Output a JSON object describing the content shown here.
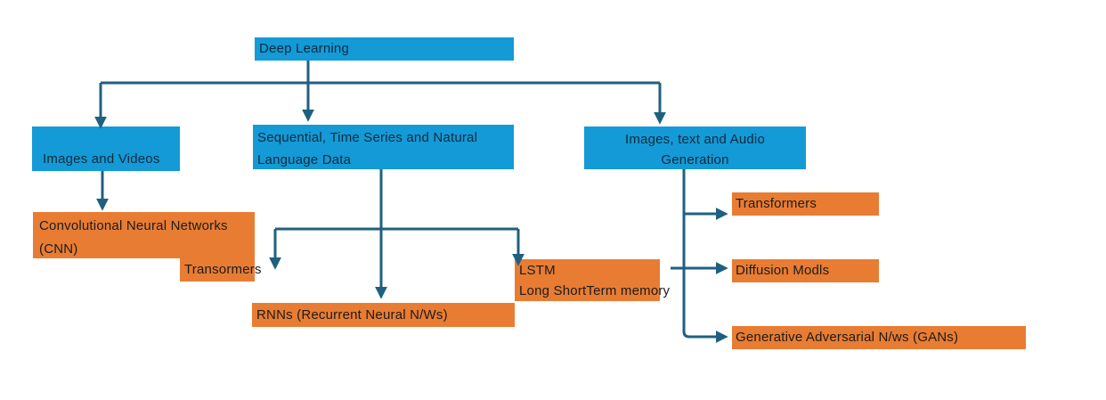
{
  "diagram": {
    "title": "Deep Learning taxonomy flowchart",
    "colors": {
      "node_blue": "#149AD6",
      "node_orange": "#E87C33",
      "connector": "#1F6080",
      "text_on_blue": "#0F2B3E",
      "text_on_orange": "#1C1C1C",
      "background": "#FFFFFF"
    },
    "nodes": {
      "deep_learning": {
        "label": "Deep Learning"
      },
      "images_videos": {
        "label": "Images and Videos"
      },
      "sequential": {
        "line1": "Sequential, Time Series and Natural",
        "line2": "Language Data"
      },
      "images_text_audio": {
        "line1": "Images, text and Audio",
        "line2": "Generation"
      },
      "cnn": {
        "line1": "Convolutional Neural Networks",
        "line2": "(CNN)"
      },
      "transormers_mid": {
        "label": "Transormers"
      },
      "rnns": {
        "label": "RNNs (Recurrent Neural N/Ws)"
      },
      "lstm": {
        "line1": "LSTM",
        "line2": "Long ShortTerm memory"
      },
      "transformers_right": {
        "label": "Transformers"
      },
      "diffusion_models": {
        "label": "Diffusion Modls"
      },
      "gans": {
        "label": "Generative Adversarial N/ws (GANs)"
      }
    },
    "edges": [
      {
        "from": "deep_learning",
        "to": "images_videos"
      },
      {
        "from": "deep_learning",
        "to": "sequential"
      },
      {
        "from": "deep_learning",
        "to": "images_text_audio"
      },
      {
        "from": "images_videos",
        "to": "cnn"
      },
      {
        "from": "sequential",
        "to": "transormers_mid"
      },
      {
        "from": "sequential",
        "to": "rnns"
      },
      {
        "from": "sequential",
        "to": "lstm"
      },
      {
        "from": "images_text_audio",
        "to": "transformers_right"
      },
      {
        "from": "images_text_audio",
        "to": "diffusion_models"
      },
      {
        "from": "images_text_audio",
        "to": "gans"
      }
    ]
  }
}
